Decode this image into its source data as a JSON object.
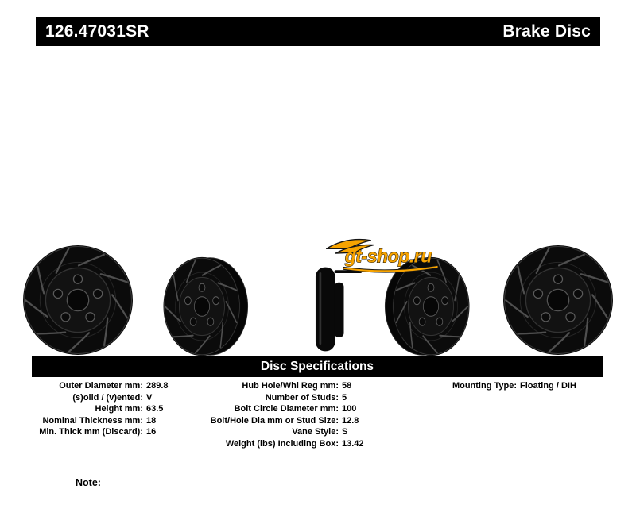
{
  "header": {
    "part_number": "126.47031SR",
    "title": "Brake Disc"
  },
  "watermark": {
    "text": "gt-shop.ru"
  },
  "spec_section": {
    "title": "Disc Specifications"
  },
  "specs": {
    "left": [
      {
        "label": "Outer Diameter mm:",
        "value": "289.8"
      },
      {
        "label": "(s)olid / (v)ented:",
        "value": "V"
      },
      {
        "label": "Height mm:",
        "value": "63.5"
      },
      {
        "label": "Nominal Thickness mm:",
        "value": "18"
      },
      {
        "label": "Min. Thick mm (Discard):",
        "value": "16"
      }
    ],
    "middle": [
      {
        "label": "Hub Hole/Whl Reg mm:",
        "value": "58"
      },
      {
        "label": "Number of Studs:",
        "value": "5"
      },
      {
        "label": "Bolt Circle Diameter mm:",
        "value": "100"
      },
      {
        "label": "Bolt/Hole Dia mm or Stud Size:",
        "value": "12.8"
      },
      {
        "label": "Vane Style:",
        "value": "S"
      },
      {
        "label": "Weight (lbs) Including Box:",
        "value": "13.42"
      }
    ],
    "right": [
      {
        "label": "Mounting Type:",
        "value": "Floating / DIH"
      }
    ]
  },
  "note": {
    "label": "Note:"
  },
  "colors": {
    "bar_background": "#000000",
    "bar_text": "#ffffff",
    "watermark_orange": "#f7a300"
  }
}
